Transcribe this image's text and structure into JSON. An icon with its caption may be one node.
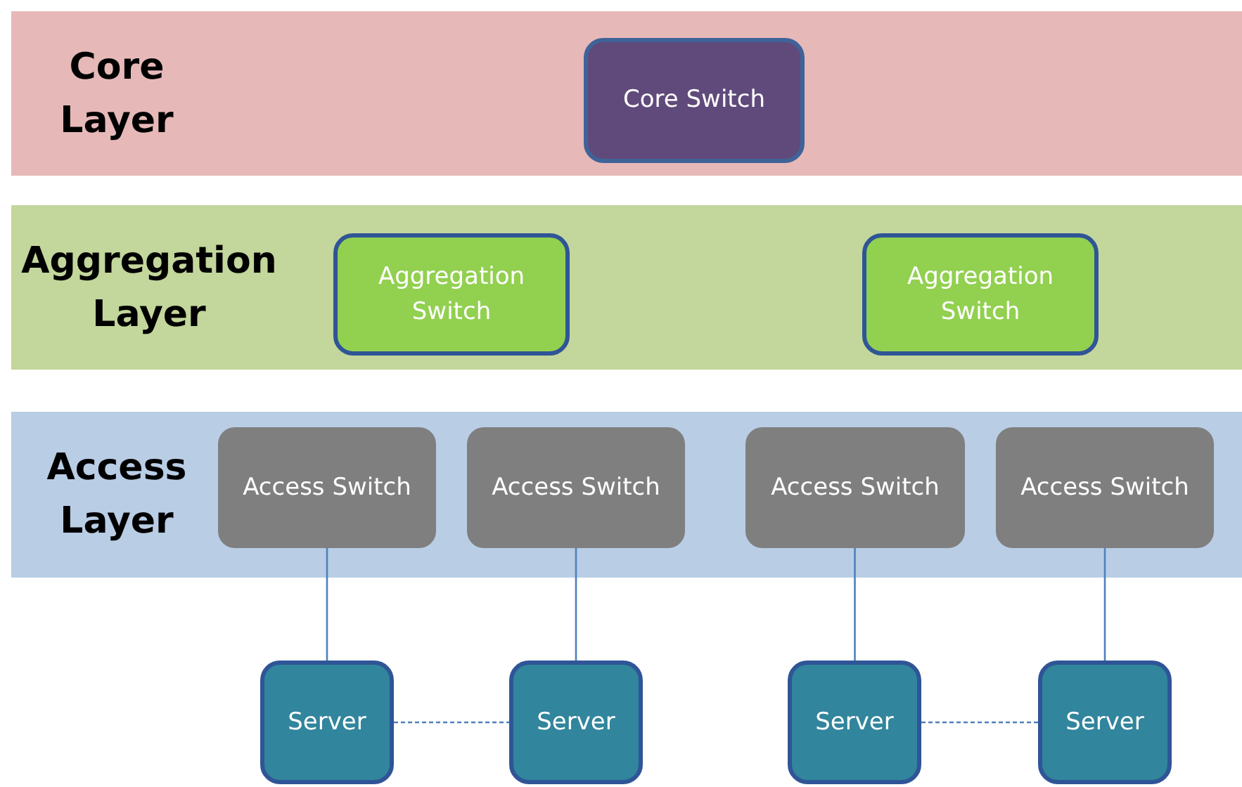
{
  "diagram": {
    "nodes": [
      {
        "text": [
          "Core Layer"
        ]
      },
      {
        "text": [
          "Core Switch"
        ],
        "in": 0
      },
      {
        "text": [
          "Aggregation Layer"
        ]
      },
      {
        "text": [
          "Aggregation Switch"
        ],
        "in": 2
      },
      {
        "text": [
          "Aggregation Switch"
        ],
        "in": 2
      },
      {
        "text": [
          "Access Layer"
        ]
      },
      {
        "text": [
          "Access Switch"
        ],
        "in": 5
      },
      {
        "text": [
          "Access Switch"
        ],
        "in": 5
      },
      {
        "text": [
          "Access Switch"
        ],
        "in": 5
      },
      {
        "text": [
          "Access Switch"
        ],
        "in": 5
      },
      {
        "text": [
          "Server"
        ]
      },
      {
        "text": [
          "Server"
        ]
      },
      {
        "text": [
          "Server"
        ]
      },
      {
        "text": [
          "Server"
        ]
      }
    ],
    "edges": [
      {
        "from": 6,
        "to": 10,
        "arrow": "none"
      },
      {
        "from": 7,
        "to": 11,
        "arrow": "none"
      },
      {
        "from": 8,
        "to": 12,
        "arrow": "none"
      },
      {
        "from": 9,
        "to": 13,
        "arrow": "none"
      },
      {
        "from": 10,
        "to": 11,
        "arrow": "none",
        "style": "dashed"
      },
      {
        "from": 12,
        "to": 13,
        "arrow": "none",
        "style": "dashed"
      }
    ]
  }
}
